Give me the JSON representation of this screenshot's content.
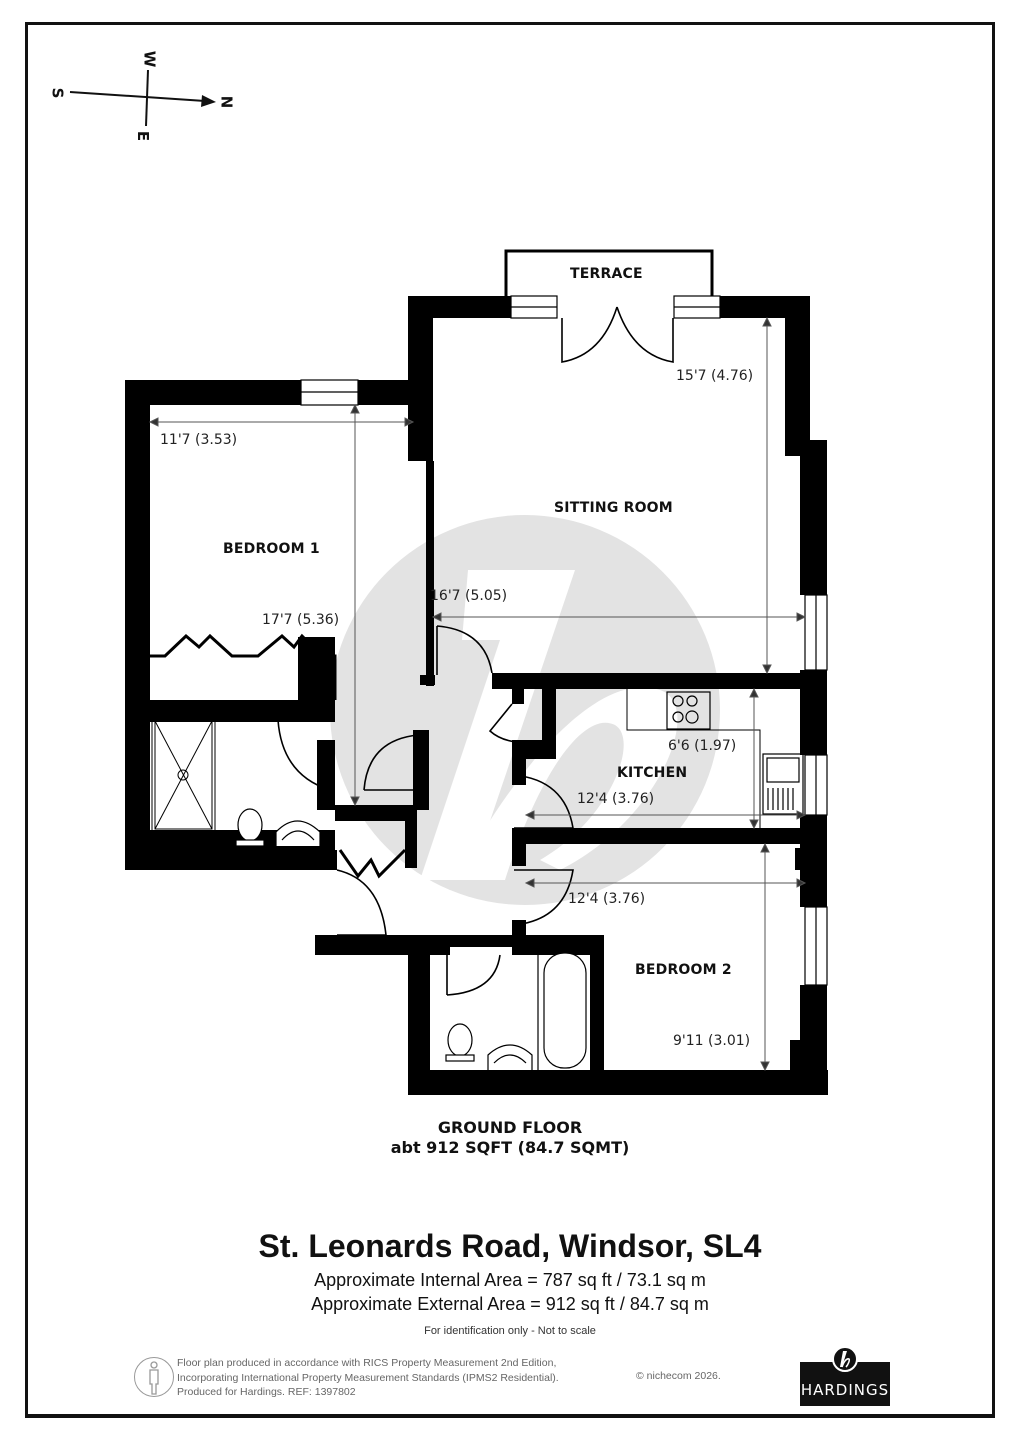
{
  "compass": {
    "north": "N",
    "south": "S",
    "east": "E",
    "west": "W",
    "icon": "compass-arrow-icon"
  },
  "rooms": {
    "terrace": "TERRACE",
    "sitting_room": "SITTING ROOM",
    "bedroom_1": "BEDROOM 1",
    "kitchen": "KITCHEN",
    "bedroom_2": "BEDROOM 2"
  },
  "dimensions": {
    "sitting_room_depth": "15'7 (4.76)",
    "sitting_room_width": "16'7 (5.05)",
    "bedroom_1_width": "11'7 (3.53)",
    "bedroom_1_depth": "17'7 (5.36)",
    "kitchen_depth": "6'6 (1.97)",
    "kitchen_width": "12'4 (3.76)",
    "bedroom_2_width": "12'4 (3.76)",
    "bedroom_2_depth": "9'11 (3.01)"
  },
  "floor": {
    "name": "GROUND FLOOR",
    "area": "abt 912 SQFT (84.7 SQMT)"
  },
  "property": {
    "address": "St. Leonards Road, Windsor, SL4",
    "internal_area": "Approximate Internal Area = 787 sq ft / 73.1 sq m",
    "external_area": "Approximate External Area = 912 sq ft / 84.7 sq m",
    "disclaimer": "For identification only - Not to scale"
  },
  "footer": {
    "line1": "Floor plan produced in accordance with RICS Property Measurement 2nd Edition,",
    "line2": "Incorporating International Property Measurement Standards (IPMS2 Residential).",
    "line3": "Produced for Hardings.   REF:   1397802",
    "copyright": "© nichecom 2026.",
    "brand": "HARDINGS"
  },
  "colors": {
    "wall": "#000000",
    "watermark": "#e3e3e3",
    "background": "#ffffff",
    "dim_line": "#555555"
  }
}
